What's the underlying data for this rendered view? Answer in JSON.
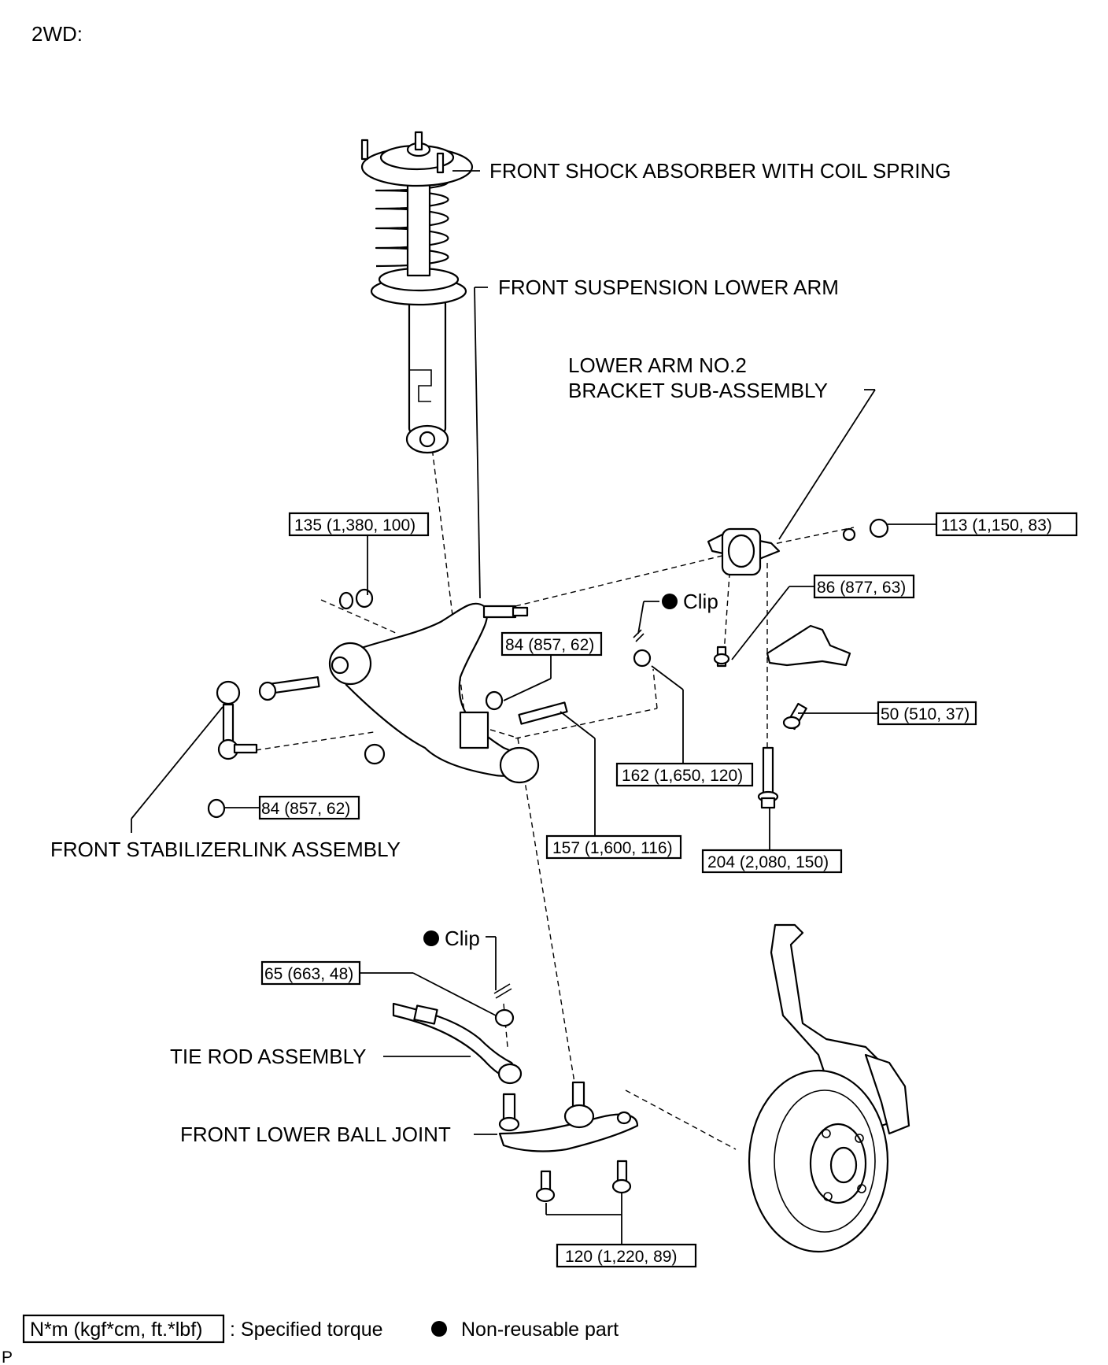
{
  "header": {
    "variant": "2WD:"
  },
  "labels": {
    "shock_absorber": "FRONT SHOCK ABSORBER WITH COIL SPRING",
    "lower_arm": "FRONT SUSPENSION LOWER ARM",
    "bracket_line1": "LOWER ARM NO.2",
    "bracket_line2": "BRACKET SUB-ASSEMBLY",
    "stabilizer_link": "FRONT STABILIZERLINK ASSEMBLY",
    "tie_rod": "TIE ROD ASSEMBLY",
    "ball_joint": "FRONT LOWER BALL JOINT",
    "clip_1": "Clip",
    "clip_2": "Clip"
  },
  "torques": {
    "t135": "135 (1,380, 100)",
    "t113": "113 (1,150, 83)",
    "t86": "86 (877, 63)",
    "t84_arm": "84 (857, 62)",
    "t50": "50 (510, 37)",
    "t162": "162 (1,650, 120)",
    "t84_link": "84 (857, 62)",
    "t157": "157 (1,600,  116)",
    "t204": "204 (2,080, 150)",
    "t65": "65 (663, 48)",
    "t120": "120 (1,220, 89)"
  },
  "legend": {
    "torque_unit": "N*m (kgf*cm, ft.*lbf)",
    "torque_text": ": Specified torque",
    "nonreusable_text": "Non-reusable part"
  },
  "footer": {
    "mark": "P"
  }
}
